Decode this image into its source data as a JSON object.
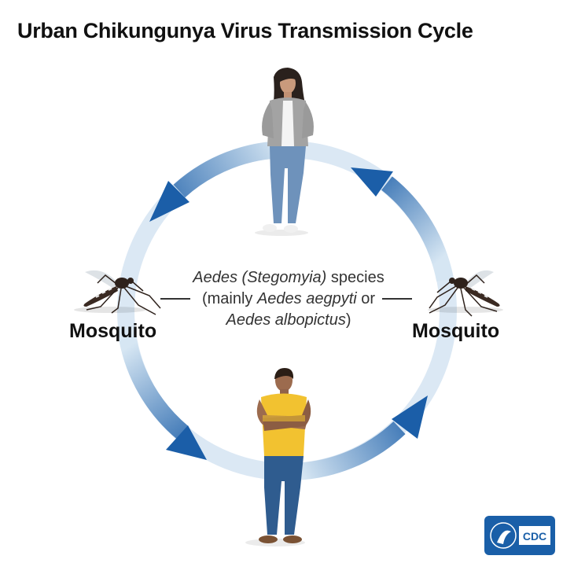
{
  "title": "Urban Chikungunya Virus Transmission Cycle",
  "center_label": {
    "line1_italic": "Aedes (Stegomyia)",
    "line1_rest": " species",
    "line2_pre": "(mainly ",
    "line2_italic": "Aedes aegpyti",
    "line2_post": " or",
    "line3_italic": "Aedes albopictus",
    "line3_post": ")"
  },
  "nodes": {
    "top": "woman",
    "left": "Mosquito",
    "right": "Mosquito",
    "bottom": "man"
  },
  "logo": {
    "text": "CDC"
  },
  "colors": {
    "arrow_dark": "#1b5ea8",
    "ring_light": "#d6e6f3",
    "logo_bg": "#1a5fa8"
  }
}
